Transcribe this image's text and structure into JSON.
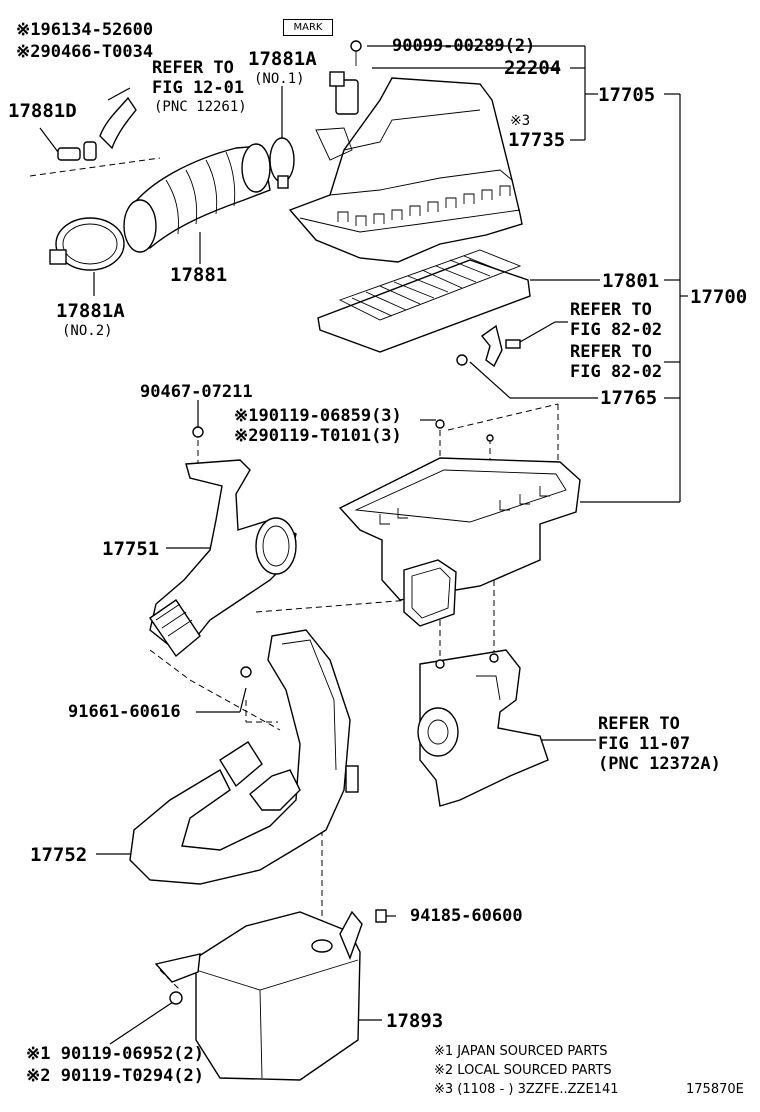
{
  "figure_id": "175870E",
  "mark_box": "MARK",
  "labels": {
    "top_left_1": "※196134-52600",
    "top_left_2": "※290466-T0034",
    "p17881D": "17881D",
    "refer_12_01_a": "REFER TO",
    "refer_12_01_b": "FIG 12-01",
    "refer_12_01_c": "(PNC 12261)",
    "p17881A_no1": "17881A",
    "p17881A_no1_sub": "(NO.1)",
    "p90099": "90099-00289(2)",
    "p22204": "22204",
    "p17705": "17705",
    "p17735_mark": "※3",
    "p17735": "17735",
    "p17881": "17881",
    "p17881A_no2": "17881A",
    "p17881A_no2_sub": "(NO.2)",
    "p17801": "17801",
    "p17700": "17700",
    "refer_82_02_a1": "REFER TO",
    "refer_82_02_a2": "FIG 82-02",
    "refer_82_02_b1": "REFER TO",
    "refer_82_02_b2": "FIG 82-02",
    "p17765": "17765",
    "p90467": "90467-07211",
    "p90119_1": "※190119-06859(3)",
    "p90119_2": "※290119-T0101(3)",
    "p17751": "17751",
    "p91661": "91661-60616",
    "refer_11_07_a": "REFER TO",
    "refer_11_07_b": "FIG 11-07",
    "refer_11_07_c": "(PNC 12372A)",
    "p17752": "17752",
    "p94185": "94185-60600",
    "p17893": "17893",
    "bot_left_1": "※1 90119-06952(2)",
    "bot_left_2": "※2 90119-T0294(2)"
  },
  "notes": {
    "n1": "※1 JAPAN SOURCED PARTS",
    "n2": "※2 LOCAL SOURCED PARTS",
    "n3": "※3 (1108 -       ) 3ZZFE..ZZE141",
    "fig": "175870E"
  }
}
